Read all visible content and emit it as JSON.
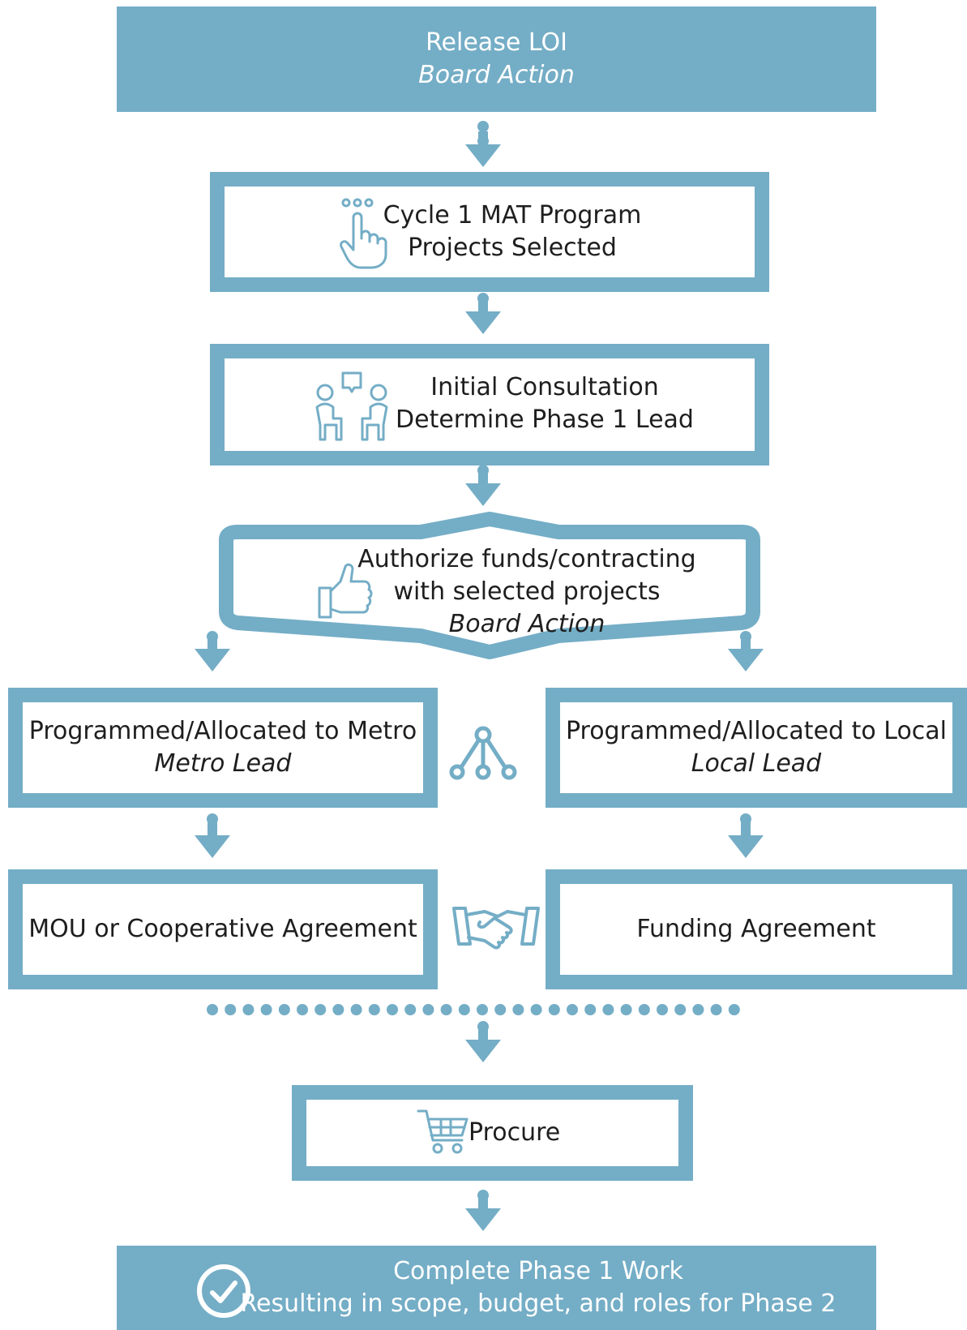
{
  "colors": {
    "accent": "#74adc6",
    "text": "#1e1e1e",
    "white": "#ffffff"
  },
  "nodes": {
    "release_loi": {
      "title": "Release LOI",
      "subtitle": "Board Action"
    },
    "projects_selected": {
      "line1": "Cycle 1 MAT Program",
      "line2": "Projects Selected",
      "icon": "pointing-finger-icon"
    },
    "initial_consultation": {
      "line1": "Initial Consultation",
      "line2": "Determine Phase 1 Lead",
      "icon": "consultation-people-icon"
    },
    "authorize_funds": {
      "line1": "Authorize funds/contracting",
      "line2": "with selected projects",
      "subtitle": "Board Action",
      "icon": "thumbs-up-icon"
    },
    "metro": {
      "title": "Programmed/Allocated to Metro",
      "subtitle": "Metro Lead"
    },
    "local": {
      "title": "Programmed/Allocated to Local",
      "subtitle": "Local Lead"
    },
    "split_icon": "branch-split-icon",
    "mou": {
      "title": "MOU or Cooperative Agreement"
    },
    "funding": {
      "title": "Funding Agreement"
    },
    "handshake_icon": "handshake-icon",
    "procure": {
      "title": "Procure",
      "icon": "shopping-cart-icon"
    },
    "complete": {
      "title": "Complete Phase 1 Work",
      "subtitle": "Resulting in scope, budget, and roles for Phase 2",
      "icon": "check-circle-icon"
    }
  }
}
